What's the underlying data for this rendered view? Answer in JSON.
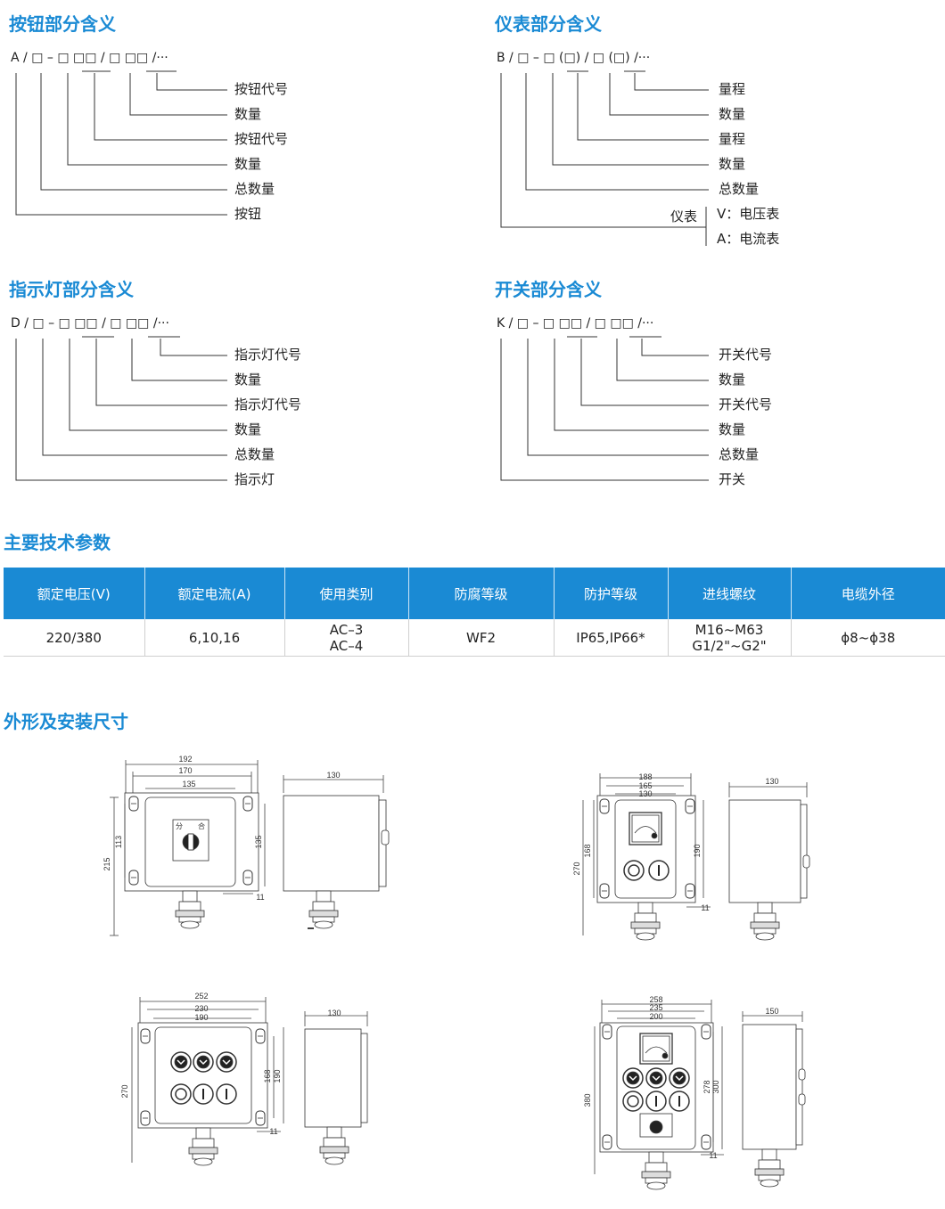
{
  "button_section": {
    "title": "按钮部分含义",
    "code": "A / □ – □ □□ / □ □□ /···",
    "labels": [
      "按钮代号",
      "数量",
      "按钮代号",
      "数量",
      "总数量",
      "按钮"
    ]
  },
  "meter_section": {
    "title": "仪表部分含义",
    "code": "B / □ – □ (□) / □ (□) /···",
    "labels": [
      "量程",
      "数量",
      "量程",
      "数量",
      "总数量"
    ],
    "meter_label": "仪表",
    "meter_types": [
      "V：电压表",
      "A：电流表"
    ]
  },
  "indicator_section": {
    "title": "指示灯部分含义",
    "code": "D / □ – □ □□ / □ □□ /···",
    "labels": [
      "指示灯代号",
      "数量",
      "指示灯代号",
      "数量",
      "总数量",
      "指示灯"
    ]
  },
  "switch_section": {
    "title": "开关部分含义",
    "code": "K / □ – □ □□ / □ □□ /···",
    "labels": [
      "开关代号",
      "数量",
      "开关代号",
      "数量",
      "总数量",
      "开关"
    ]
  },
  "tech_params": {
    "title": "主要技术参数",
    "headers": [
      "额定电压(V)",
      "额定电流(A)",
      "使用类别",
      "防腐等级",
      "防护等级",
      "进线螺纹",
      "电缆外径"
    ],
    "row": [
      "220/380",
      "6,10,16",
      "AC–3\nAC–4",
      "WF2",
      "IP65,IP66*",
      "M16~M63\nG1/2\"~G2\"",
      "ϕ8~ϕ38"
    ]
  },
  "dimensions": {
    "title": "外形及安装尺寸",
    "d1": {
      "w1": "192",
      "w2": "170",
      "w3": "135",
      "h1": "113",
      "h2": "215",
      "h3": "135",
      "g": "11",
      "side": "130",
      "knob_left": "分",
      "knob_right": "合"
    },
    "d2": {
      "w1": "188",
      "w2": "165",
      "w3": "130",
      "h1": "168",
      "h2": "270",
      "h3": "190",
      "g": "11",
      "side": "130"
    },
    "d3": {
      "w1": "252",
      "w2": "230",
      "w3": "190",
      "h1": "270",
      "h2": "168",
      "h3": "190",
      "g": "11",
      "side": "130"
    },
    "d4": {
      "w1": "258",
      "w2": "235",
      "w3": "200",
      "h1": "380",
      "h2": "278",
      "h3": "300",
      "g": "11",
      "side": "150"
    }
  }
}
